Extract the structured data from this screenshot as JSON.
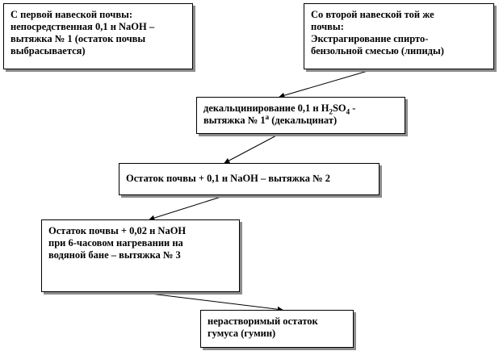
{
  "boxes": {
    "first_sample": {
      "lines": [
        "С первой навеской почвы:",
        "непосредственная 0,1 н NaOH –",
        "вытяжка № 1 (остаток почвы",
        "выбрасывается)"
      ]
    },
    "second_sample": {
      "lines": [
        "Со второй навеской той же",
        "почвы:",
        "Экстрагирование спирто-",
        "бензольной смесью (липиды)"
      ]
    },
    "decalcification": {
      "line1_prefix": "декальцинирование 0,1 н H",
      "line1_sub1": "2",
      "line1_mid": "SO",
      "line1_sub2": "4",
      "line1_suffix": " -",
      "line2_prefix": "вытяжка № 1",
      "line2_sup": "а",
      "line2_suffix": " (декальцинат)"
    },
    "extract2": {
      "lines": [
        "Остаток почвы + 0,1 н NaOH – вытяжка № 2"
      ]
    },
    "extract3": {
      "lines": [
        "Остаток почвы + 0,02 н NaOH",
        "при 6-часовом нагревании на",
        "водяной бане – вытяжка  № 3"
      ]
    },
    "residue": {
      "lines": [
        "нерастворимый остаток",
        "гумуса  (гумин)"
      ]
    }
  },
  "colors": {
    "border": "#000000",
    "shadow": "#8c8c8c",
    "text": "#000000",
    "background": "#ffffff"
  }
}
